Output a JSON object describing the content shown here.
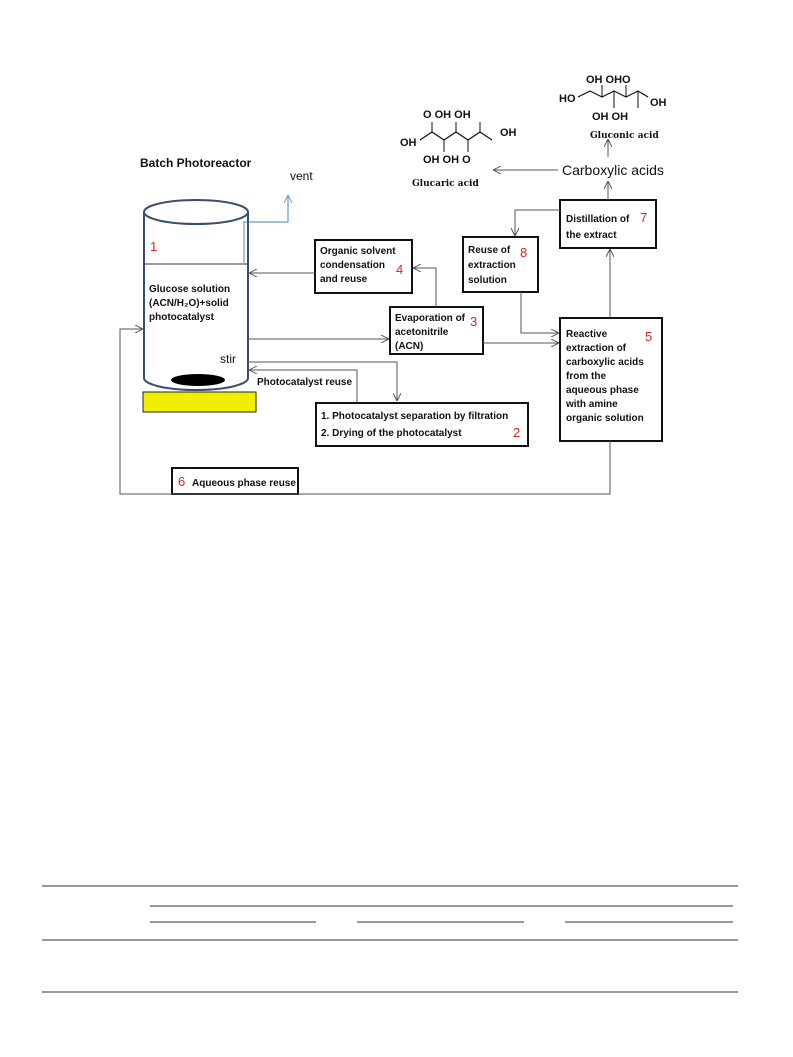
{
  "diagram": {
    "title": "Batch Photoreactor",
    "vent": "vent",
    "reactor": {
      "number": "1",
      "content": [
        "Glucose solution",
        "(ACN/H₂O)+solid",
        "photocatalyst"
      ],
      "stir": "stir"
    },
    "boxes": {
      "condensation": {
        "lines": [
          "Organic solvent",
          "condensation",
          "and reuse"
        ],
        "number": "4"
      },
      "evaporation": {
        "lines": [
          "Evaporation of",
          "acetonitrile",
          "(ACN)"
        ],
        "number": "3"
      },
      "separation": {
        "lines": [
          "1. Photocatalyst separation by filtration",
          "2. Drying of the photocatalyst"
        ],
        "number": "2"
      },
      "extraction": {
        "lines": [
          "Reactive",
          "extraction of",
          "carboxylic acids",
          "from the",
          "aqueous phase",
          "with amine",
          "organic solution"
        ],
        "number": "5"
      },
      "aqueous_reuse": {
        "label": "Aqueous phase reuse",
        "number": "6"
      },
      "distillation": {
        "lines": [
          "Distillation of",
          "the extract"
        ],
        "number": "7"
      },
      "reuse_extraction": {
        "lines": [
          "Reuse of",
          "extraction",
          "solution"
        ],
        "number": "8"
      }
    },
    "photocatalyst_reuse": "Photocatalyst reuse",
    "carboxylic_acids": "Carboxylic acids",
    "glucaric_acid": {
      "name": "Glucaric acid",
      "top": "O  OH    OH",
      "left": "OH",
      "right": "OH",
      "bottom": "OH  OH  O"
    },
    "gluconic_acid": {
      "name": "Gluconic acid",
      "top": "OH OHO",
      "left": "HO",
      "right": "OH",
      "bottom": "OH  OH"
    },
    "colors": {
      "reactor_stroke": "#3a4f6e",
      "heater": "#f2ee00",
      "number": "#e02020",
      "stir_bar": "#000000"
    }
  }
}
